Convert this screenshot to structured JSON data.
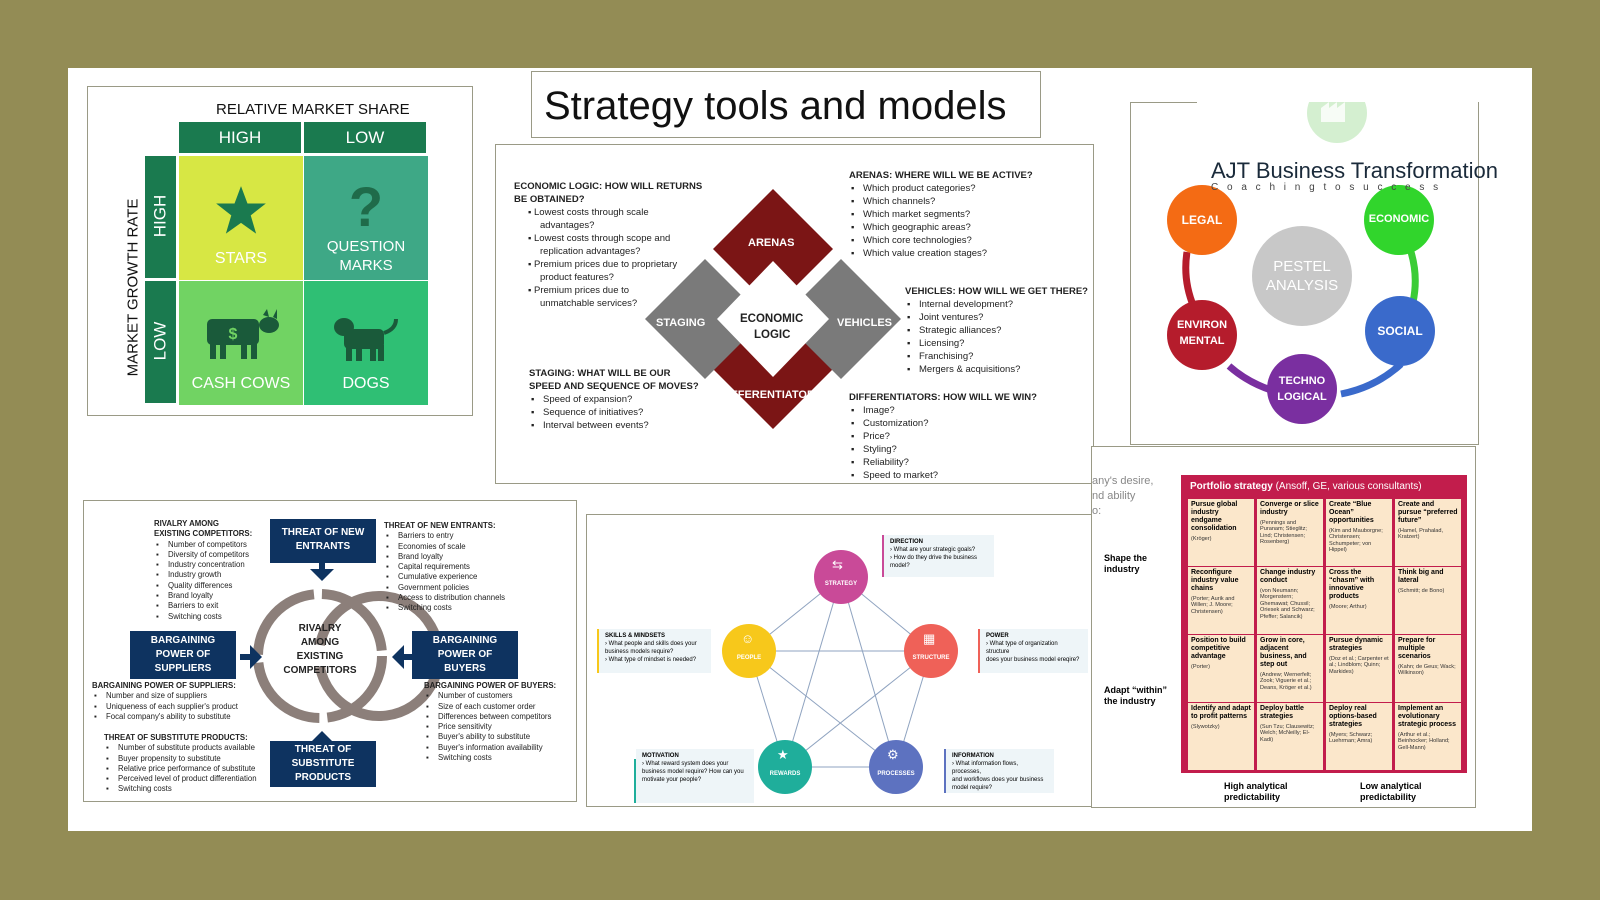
{
  "title": "Strategy tools and models",
  "bcg": {
    "top_label": "RELATIVE MARKET SHARE",
    "col_high": "HIGH",
    "col_low": "LOW",
    "side_label": "MARKET GROWTH RATE",
    "row_high": "HIGH",
    "row_low": "LOW",
    "stars": "STARS",
    "question_marks_1": "QUESTION",
    "question_marks_2": "MARKS",
    "cash_cows": "CASH COWS",
    "dogs": "DOGS",
    "colors": {
      "header": "#1a7a4f",
      "stars": "#d7e744",
      "question": "#3ea886",
      "cows": "#71d363",
      "dogs": "#2fbf74"
    }
  },
  "diamond": {
    "center_1": "ECONOMIC",
    "center_2": "LOGIC",
    "arenas": "ARENAS",
    "vehicles": "VEHICLES",
    "staging": "STAGING",
    "differentiators": "DIFFERENTIATORS",
    "econ_heading_1": "ECONOMIC LOGIC: HOW WILL RETURNS",
    "econ_heading_2": "BE OBTAINED?",
    "econ_items": [
      "Lowest costs through scale",
      "advantages?",
      "Lowest costs through scope and",
      "replication advantages?",
      "Premium prices due to proprietary",
      "product features?",
      "Premium prices due to",
      "unmatchable services?"
    ],
    "arenas_heading": "ARENAS: WHERE WILL WE BE ACTIVE?",
    "arenas_items": [
      "Which product categories?",
      "Which channels?",
      "Which market segments?",
      "Which geographic areas?",
      "Which core technologies?",
      "Which value creation stages?"
    ],
    "vehicles_heading": "VEHICLES: HOW WILL WE GET THERE?",
    "vehicles_items": [
      "Internal development?",
      "Joint ventures?",
      "Strategic alliances?",
      "Licensing?",
      "Franchising?",
      "Mergers & acquisitions?"
    ],
    "staging_heading_1": "STAGING: WHAT WILL BE OUR",
    "staging_heading_2": "SPEED AND SEQUENCE OF MOVES?",
    "staging_items": [
      "Speed of expansion?",
      "Sequence of initiatives?",
      "Interval between events?"
    ],
    "diff_heading": "DIFFERENTIATORS: HOW WILL WE WIN?",
    "diff_items": [
      "Image?",
      "Customization?",
      "Price?",
      "Styling?",
      "Reliability?",
      "Speed to market?"
    ],
    "colors": {
      "red": "#7b1515",
      "grey": "#7a7a7a"
    }
  },
  "pestel": {
    "brand": "AJT Business Transformation",
    "tagline": "C o a c h i n g   t o   s u c c e s s",
    "center_1": "PESTEL",
    "center_2": "ANALYSIS",
    "legal": "LEGAL",
    "economic": "ECONOMIC",
    "environ_1": "ENVIRON",
    "environ_2": "MENTAL",
    "social": "SOCIAL",
    "techno_1": "TECHNO",
    "techno_2": "LOGICAL"
  },
  "porter": {
    "center_1": "RIVALRY",
    "center_2": "AMONG",
    "center_3": "EXISTING",
    "center_4": "COMPETITORS",
    "new_entrants_1": "THREAT OF NEW",
    "new_entrants_2": "ENTRANTS",
    "suppliers_1": "BARGAINING",
    "suppliers_2": "POWER OF",
    "suppliers_3": "SUPPLIERS",
    "buyers_1": "BARGAINING",
    "buyers_2": "POWER OF",
    "buyers_3": "BUYERS",
    "substitute_1": "THREAT OF",
    "substitute_2": "SUBSTITUTE",
    "substitute_3": "PRODUCTS",
    "rivalry_heading_1": "RIVALRY AMONG",
    "rivalry_heading_2": "EXISTING COMPETITORS:",
    "rivalry_items": [
      "Number of competitors",
      "Diversity of competitors",
      "Industry concentration",
      "Industry growth",
      "Quality differences",
      "Brand loyalty",
      "Barriers to exit",
      "Switching costs"
    ],
    "entrants_heading": "THREAT OF NEW ENTRANTS:",
    "entrants_items": [
      "Barriers to entry",
      "Economies of scale",
      "Brand loyalty",
      "Capital requirements",
      "Cumulative experience",
      "Government policies",
      "Access to distribution channels",
      "Switching costs"
    ],
    "suppliers_heading": "BARGAINING POWER OF SUPPLIERS:",
    "suppliers_items": [
      "Number and size of suppliers",
      "Uniqueness of each supplier's product",
      "Focal company's ability to substitute"
    ],
    "buyers_heading": "BARGAINING POWER OF BUYERS:",
    "buyers_items": [
      "Number of customers",
      "Size of each customer order",
      "Differences between competitors",
      "Price sensitivity",
      "Buyer's ability to substitute",
      "Buyer's information availability",
      "Switching costs"
    ],
    "substitute_heading": "THREAT OF SUBSTITUTE PRODUCTS:",
    "substitute_items": [
      "Number of substitute products available",
      "Buyer propensity to substitute",
      "Relative price performance of substitute",
      "Perceived level of product differentiation",
      "Switching costs"
    ]
  },
  "star_model": {
    "strategy": "STRATEGY",
    "structure": "STRUCTURE",
    "processes": "PROCESSES",
    "rewards": "REWARDS",
    "people": "PEOPLE",
    "direction_heading": "DIRECTION",
    "direction_1": "› What are your strategic goals?",
    "direction_2": "› How do they drive the business model?",
    "power_heading": "POWER",
    "power_1": "› What type of organization structure",
    "power_2": "does your business model ereqire?",
    "information_heading": "INFORMATION",
    "information_1": "› What information flows, processes,",
    "information_2": "and workflows does your business",
    "information_3": "model require?",
    "motivation_heading": "MOTIVATION",
    "motivation_1": "› What reward system does your",
    "motivation_2": "business model require? How can you",
    "motivation_3": "motivate your people?",
    "skills_heading": "SKILLS & MINDSETS",
    "skills_1": "› What people and skills does your",
    "skills_2": "business models require?",
    "skills_3": "› What type of mindset is needed?"
  },
  "portfolio": {
    "left_text_1": "any's desire,",
    "left_text_2": "nd ability",
    "left_text_3": "o:",
    "header": "Portfolio strategy",
    "header_sub": "(Ansoff, GE, various consultants)",
    "row1_label_1": "Shape the",
    "row1_label_2": "industry",
    "row2_label_1": "Adapt “within”",
    "row2_label_2": "the industry",
    "col1_label_1": "High analytical",
    "col1_label_2": "predictability",
    "col2_label_1": "Low analytical",
    "col2_label_2": "predictability",
    "cells": [
      {
        "t": "Pursue global industry endgame consolidation",
        "r": "(Kröger)"
      },
      {
        "t": "Converge or slice industry",
        "r": "(Pennings and Puranam; Stieglitz; Lind; Christensen; Rosenberg)"
      },
      {
        "t": "Create “Blue Ocean” opportunities",
        "r": "(Kim and Mauborgne; Christensen; Schumpeter; von Hippel)"
      },
      {
        "t": "Create and pursue “preferred future”",
        "r": "(Hamel, Prahalad, Kratzert)"
      },
      {
        "t": "Reconfigure industry value chains",
        "r": "(Porter; Aurik and Willen; J. Moore; Christensen)"
      },
      {
        "t": "Change industry conduct",
        "r": "(von Neumann; Morgenstern; Ghemawat; Chussil; Oriesek and Schwarz; Pfeffer; Salancik)"
      },
      {
        "t": "Cross the “chasm” with innovative products",
        "r": "(Moore; Arthur)"
      },
      {
        "t": "Think big and lateral",
        "r": "(Schmitt; de Bono)"
      },
      {
        "t": "Position to build competitive advantage",
        "r": "(Porter)"
      },
      {
        "t": "Grow in core, adjacent business, and step out",
        "r": "(Andrew; Wernerfelt; Zook; Viguerie et al.; Deans, Kröger et al.)"
      },
      {
        "t": "Pursue dynamic strategies",
        "r": "(Doz et al.; Carpenter et al.; Lindblom; Quinn; Markides)"
      },
      {
        "t": "Prepare for multiple scenarios",
        "r": "(Kahn; de Geus; Wack; Wilkinson)"
      },
      {
        "t": "Identify and adapt to profit patterns",
        "r": "(Slywotzky)"
      },
      {
        "t": "Deploy battle strategies",
        "r": "(Sun Tzu; Clausewitz; Welch; McNeilly; El-Kadi)"
      },
      {
        "t": "Deploy real options-based strategies",
        "r": "(Myers; Schwarz; Luehrman; Amra)"
      },
      {
        "t": "Implement an evolutionary strategic process",
        "r": "(Arthur et al.; Beinhocker; Holland; Gell-Mann)"
      }
    ]
  }
}
